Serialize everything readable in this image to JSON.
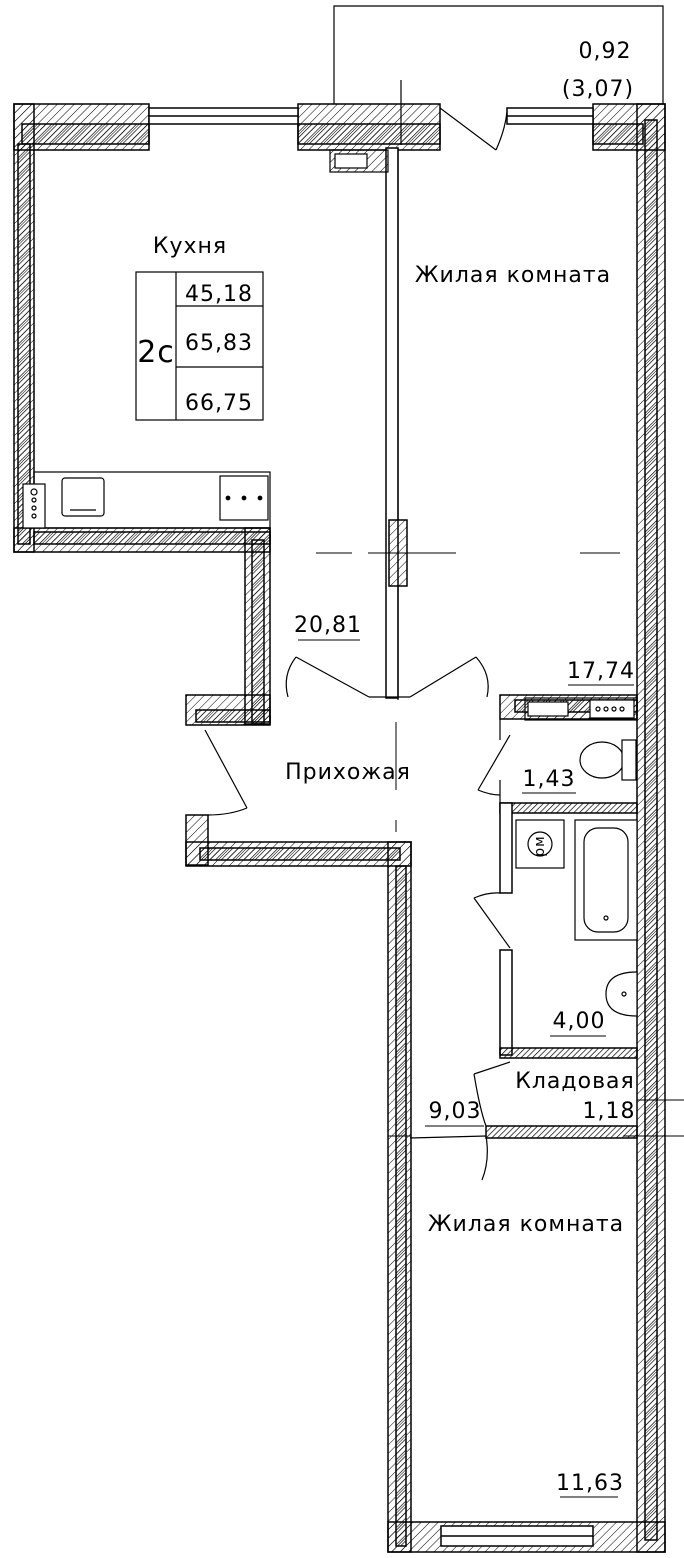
{
  "plan": {
    "type_code": "2c",
    "areas": {
      "living": "45,18",
      "total": "65,83",
      "total_with_balcony": "66,75"
    }
  },
  "rooms": {
    "kitchen": {
      "name": "Кухня",
      "area": "20,81"
    },
    "living1": {
      "name": "Жилая комната",
      "area": "17,74"
    },
    "hallway": {
      "name": "Прихожая",
      "area": "9,03"
    },
    "wc": {
      "area": "1,43"
    },
    "bathroom": {
      "area": "4,00"
    },
    "storage": {
      "name": "Кладовая",
      "area": "1,18"
    },
    "living2": {
      "name": "Жилая комната",
      "area": "11,63"
    },
    "balcony": {
      "area": "0,92",
      "area_full": "(3,07)"
    }
  },
  "fixtures": {
    "washer_label": "рм"
  },
  "icons": [
    "stove-icon",
    "sink-icon",
    "cooktop-icon",
    "bathtub-icon",
    "toilet-icon",
    "washbasin-icon",
    "washing-machine-icon",
    "ventilation-shaft-icon"
  ]
}
